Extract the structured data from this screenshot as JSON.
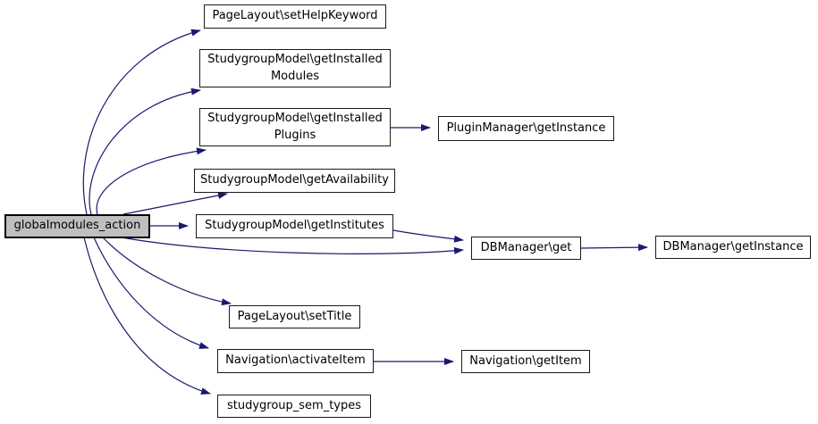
{
  "diagram": {
    "type": "call-graph",
    "background_color": "#ffffff",
    "edge_color": "#191970",
    "node_fill": "#ffffff",
    "node_border_color": "#1a1a1a",
    "highlight_node_fill": "#bfbfbf",
    "nodes": [
      {
        "id": "globalmodules_action",
        "label": "globalmodules_action",
        "highlighted": true
      },
      {
        "id": "pagelayout-sethelpkeyword",
        "label": "PageLayout\\setHelpKeyword"
      },
      {
        "id": "studygroupmodel-getinstalledmodules",
        "label": "StudygroupModel\\getInstalledModules",
        "label_lines": [
          "StudygroupModel\\getInstalled",
          "Modules"
        ]
      },
      {
        "id": "studygroupmodel-getinstalledplugins",
        "label": "StudygroupModel\\getInstalledPlugins",
        "label_lines": [
          "StudygroupModel\\getInstalled",
          "Plugins"
        ]
      },
      {
        "id": "pluginmanager-getinstance",
        "label": "PluginManager\\getInstance"
      },
      {
        "id": "studygroupmodel-getavailability",
        "label": "StudygroupModel\\getAvailability"
      },
      {
        "id": "studygroupmodel-getinstitutes",
        "label": "StudygroupModel\\getInstitutes"
      },
      {
        "id": "dbmanager-get",
        "label": "DBManager\\get"
      },
      {
        "id": "dbmanager-getinstance",
        "label": "DBManager\\getInstance"
      },
      {
        "id": "pagelayout-settitle",
        "label": "PageLayout\\setTitle"
      },
      {
        "id": "navigation-activateitem",
        "label": "Navigation\\activateItem"
      },
      {
        "id": "navigation-getitem",
        "label": "Navigation\\getItem"
      },
      {
        "id": "studygroup_sem_types",
        "label": "studygroup_sem_types"
      }
    ],
    "edges": [
      {
        "from": "globalmodules_action",
        "to": "PageLayout\\setHelpKeyword"
      },
      {
        "from": "globalmodules_action",
        "to": "StudygroupModel\\getInstalledModules"
      },
      {
        "from": "globalmodules_action",
        "to": "StudygroupModel\\getInstalledPlugins"
      },
      {
        "from": "globalmodules_action",
        "to": "StudygroupModel\\getAvailability"
      },
      {
        "from": "globalmodules_action",
        "to": "StudygroupModel\\getInstitutes"
      },
      {
        "from": "globalmodules_action",
        "to": "DBManager\\get"
      },
      {
        "from": "globalmodules_action",
        "to": "PageLayout\\setTitle"
      },
      {
        "from": "globalmodules_action",
        "to": "Navigation\\activateItem"
      },
      {
        "from": "globalmodules_action",
        "to": "studygroup_sem_types"
      },
      {
        "from": "StudygroupModel\\getInstalledPlugins",
        "to": "PluginManager\\getInstance"
      },
      {
        "from": "StudygroupModel\\getInstitutes",
        "to": "DBManager\\get"
      },
      {
        "from": "DBManager\\get",
        "to": "DBManager\\getInstance"
      },
      {
        "from": "Navigation\\activateItem",
        "to": "Navigation\\getItem"
      }
    ]
  }
}
